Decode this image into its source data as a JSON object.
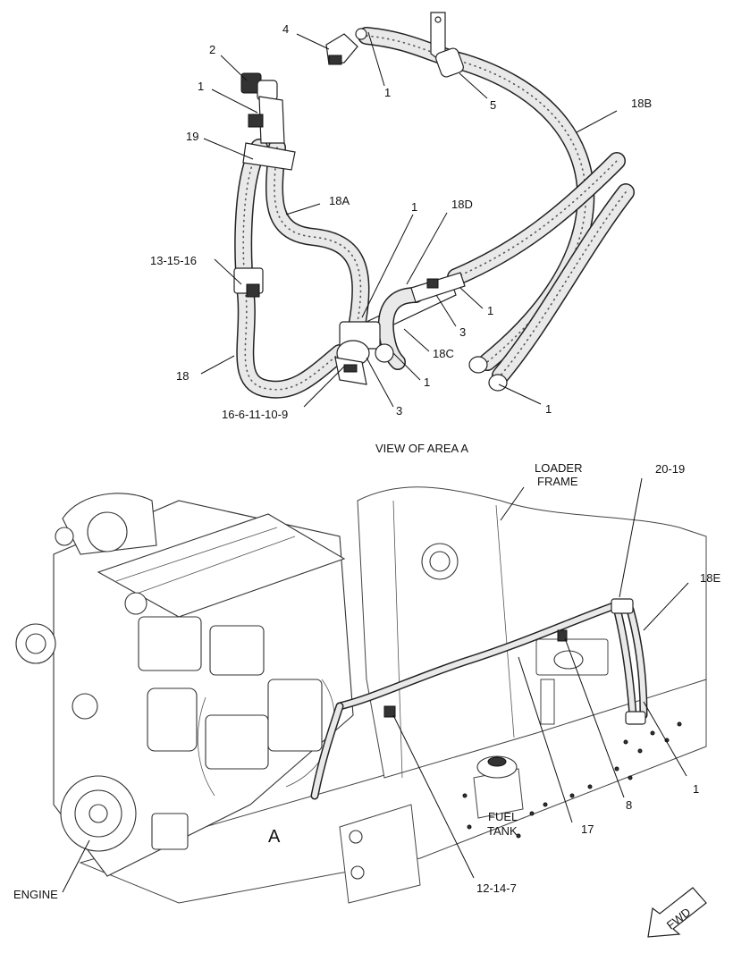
{
  "view_title": "VIEW OF AREA  A",
  "top_view": {
    "labels": {
      "p4": "4",
      "p2": "2",
      "p1_a": "1",
      "p1_b": "1",
      "p19": "19",
      "p5": "5",
      "p18b": "18B",
      "p18a": "18A",
      "p1_c": "1",
      "p18d": "18D",
      "p13_15_16": "13-15-16",
      "p1_d": "1",
      "p3_a": "3",
      "p18c": "18C",
      "p18": "18",
      "p1_e": "1",
      "p1_f": "1",
      "p3_b": "3",
      "p16_6_11_10_9": "16-6-11-10-9"
    }
  },
  "bottom_view": {
    "labels": {
      "loader_frame_1": "LOADER",
      "loader_frame_2": "FRAME",
      "p20_19": "20-19",
      "p18e": "18E",
      "p1": "1",
      "p8": "8",
      "p17": "17",
      "fuel_tank_1": "FUEL",
      "fuel_tank_2": "TANK",
      "area_a": "A",
      "engine": "ENGINE",
      "p12_14_7": "12-14-7",
      "fwd": "FWD"
    }
  }
}
